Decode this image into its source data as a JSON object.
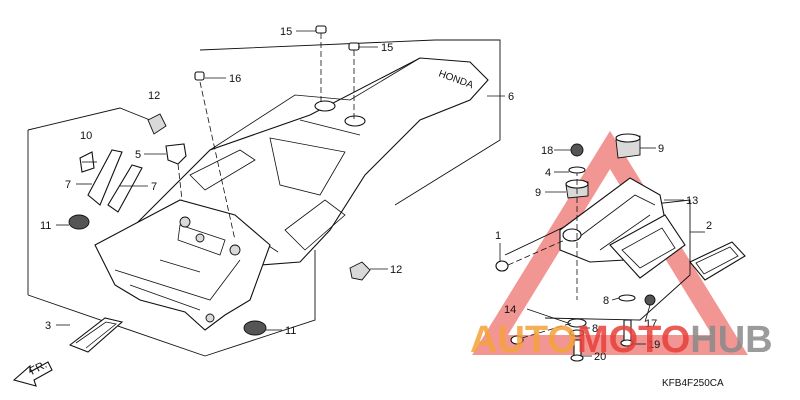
{
  "diagram": {
    "callouts": {
      "p1": "1",
      "p2": "2",
      "p3": "3",
      "p4": "4",
      "p5": "5",
      "p6": "6",
      "p7a": "7",
      "p7b": "7",
      "p8a": "8",
      "p8b": "8",
      "p9a": "9",
      "p9b": "9",
      "p10": "10",
      "p11a": "11",
      "p11b": "11",
      "p12a": "12",
      "p12b": "12",
      "p13": "13",
      "p14": "14",
      "p15a": "15",
      "p15b": "15",
      "p16": "16",
      "p17": "17",
      "p18": "18",
      "p19": "19",
      "p20": "20"
    },
    "fender_mark": "HONDA",
    "front_arrow": "FR.",
    "figure_code": "KFB4F250CA"
  },
  "watermark": {
    "brand_part1": "AUTO",
    "brand_part2": "MOTO",
    "brand_part3": "HUB",
    "colors": {
      "red": "#e8403a",
      "orange": "#f4a23a",
      "gray": "#8a8a8a"
    }
  }
}
